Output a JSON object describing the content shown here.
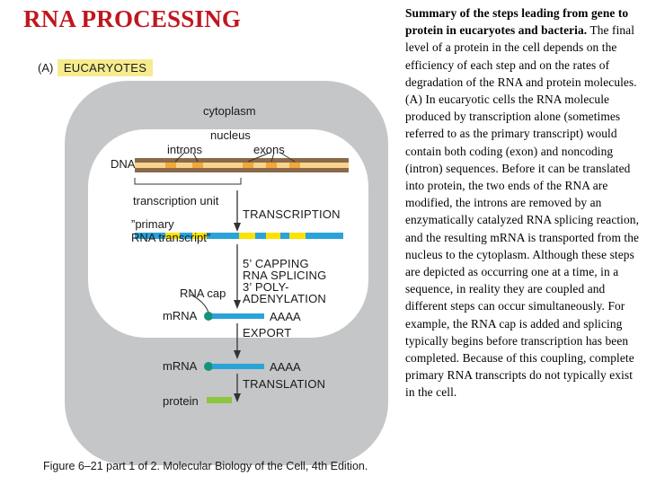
{
  "title": "RNA PROCESSING",
  "panel": {
    "letter": "(A)",
    "badge": "EUCARYOTES"
  },
  "labels": {
    "cytoplasm": "cytoplasm",
    "nucleus": "nucleus",
    "introns": "introns",
    "exons": "exons",
    "dna": "DNA",
    "transcription_unit": "transcription unit",
    "primary_line1": "”primary",
    "primary_line2": "RNA transcript”",
    "rna_cap": "RNA cap",
    "mrna_1": "mRNA",
    "aaaa_1": "AAAA",
    "mrna_2": "mRNA",
    "aaaa_2": "AAAA",
    "protein": "protein"
  },
  "steps": {
    "transcription": "TRANSCRIPTION",
    "capping_line1": "5’ CAPPING",
    "capping_line2": "RNA SPLICING",
    "capping_line3": "3’ POLY-",
    "capping_line4": "ADENYLATION",
    "export": "EXPORT",
    "translation": "TRANSLATION"
  },
  "caption": "Figure 6–21 part 1 of 2. Molecular Biology of the Cell, 4th Edition.",
  "summary": {
    "lead": "Summary of the steps leading from gene to protein in eucaryotes and bacteria.",
    "body": " The final level of a protein in the cell depends on the efficiency of each step and on the rates of degradation of the RNA and protein molecules. (A) In eucaryotic cells the RNA molecule produced by transcription alone (sometimes referred to as the primary transcript) would contain both coding (exon) and noncoding (intron) sequences. Before it can be translated into protein, the two ends of the RNA are modified, the introns are removed by an enzymatically catalyzed RNA splicing reaction, and the resulting mRNA is transported from the nucleus to the cytoplasm. Although these steps are depicted as occurring one at a time, in a sequence, in reality they are coupled and different steps can occur simultaneously. For example, the RNA cap is added and splicing typically begins before transcription has been completed. Because of this coupling, complete primary RNA transcripts do not typically exist in the cell."
  },
  "colors": {
    "title": "#c0161f",
    "cell_gray": "#c4c6c7",
    "nucleus_fill": "#ffffff",
    "exon_orange": "#f3a63a",
    "intron_yellow": "#fbe200",
    "rna_blue": "#2aa3d8",
    "cap_teal": "#14937a",
    "protein_green": "#8cc63f",
    "badge_yellow": "#f6ec8f"
  }
}
